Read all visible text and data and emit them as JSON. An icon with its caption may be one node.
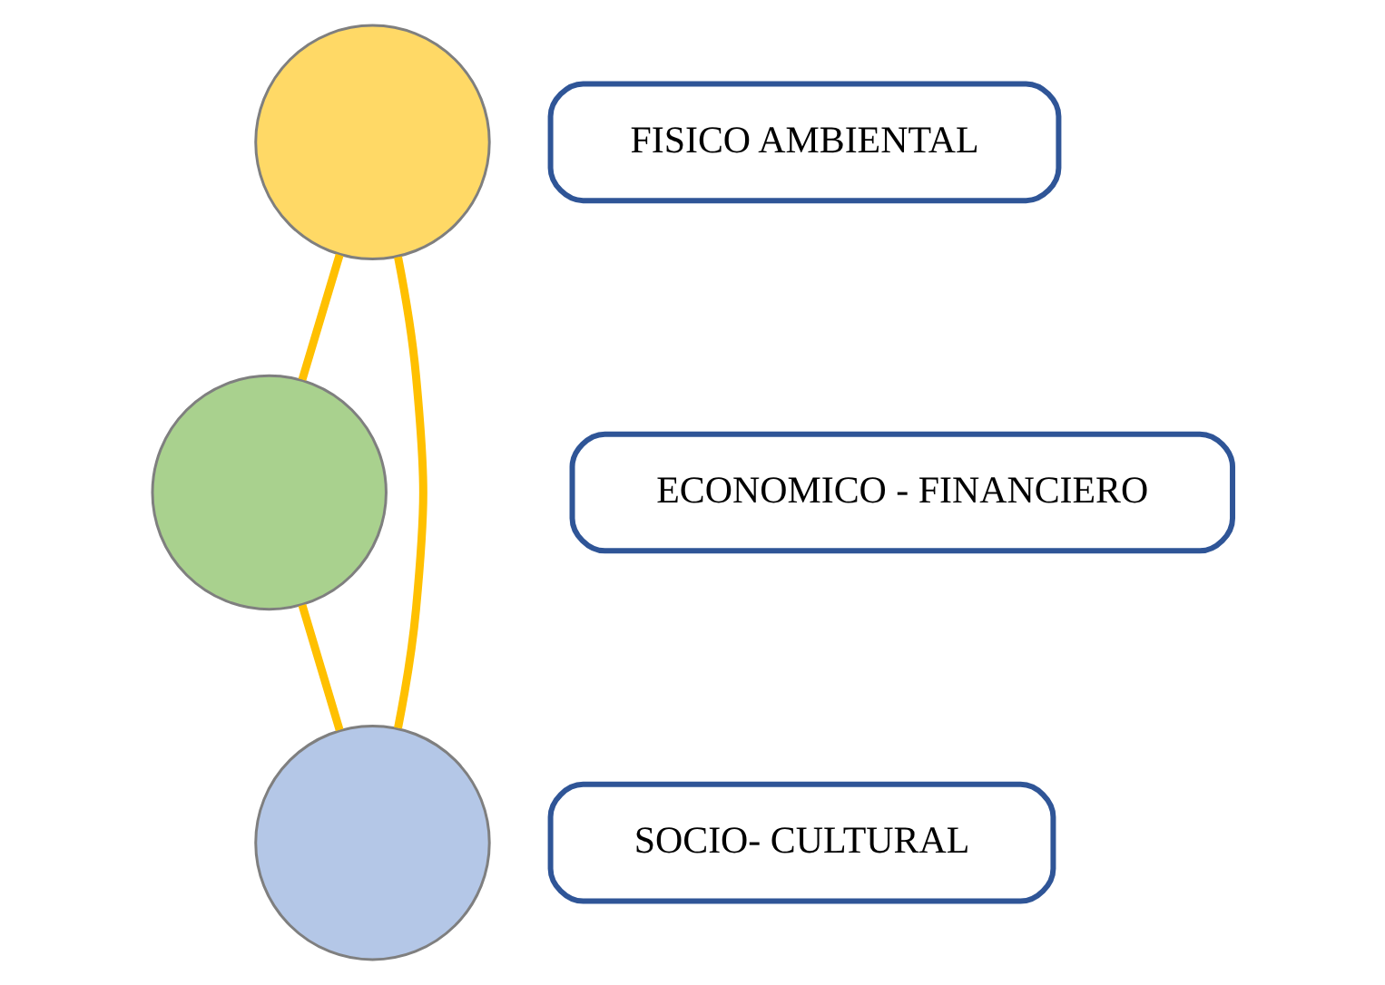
{
  "diagram": {
    "nodes": [
      {
        "text": [],
        "shape": "circle"
      },
      {
        "text": [
          "FISICO AMBIENTAL"
        ]
      },
      {
        "text": [],
        "shape": "circle"
      },
      {
        "text": [
          "ECONOMICO - FINANCIERO"
        ]
      },
      {
        "text": [],
        "shape": "circle"
      },
      {
        "text": [
          "SOCIO- CULTURAL"
        ]
      }
    ],
    "edges": [
      {
        "from": 0,
        "to": 2,
        "arrow": "none"
      },
      {
        "from": 0,
        "to": 4,
        "arrow": "none"
      },
      {
        "from": 2,
        "to": 4,
        "arrow": "none"
      }
    ]
  }
}
